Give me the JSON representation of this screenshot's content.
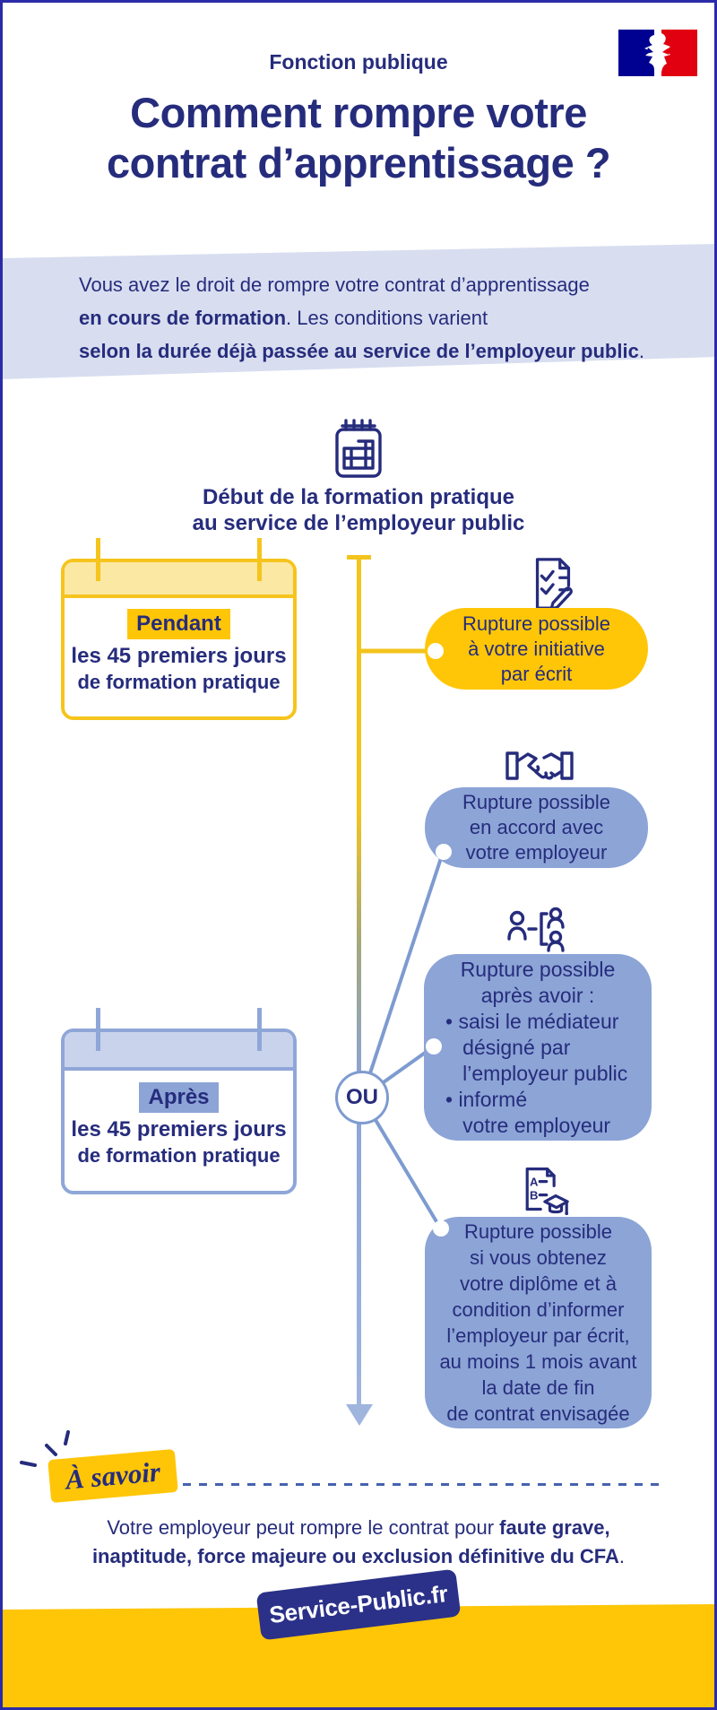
{
  "header": {
    "ministry": "Fonction publique",
    "title_line1": "Comment rompre votre",
    "title_line2": "contrat d’apprentissage ?"
  },
  "logo": {
    "icon": "marianne-french-flag-logo",
    "blue": "#000091",
    "red": "#e1000f"
  },
  "intro": {
    "line1": "Vous avez le droit de rompre votre contrat d’apprentissage",
    "line2_bold": "en cours de formation",
    "line2_rest": ". Les conditions varient",
    "line3_bold": "selon la durée déjà passée au service de l’employeur public",
    "line3_end": "."
  },
  "timeline": {
    "icon": "calendar-spiral-icon",
    "start_line1": "Début de la formation pratique",
    "start_line2": "au service de l’employeur public",
    "or_label": "OU"
  },
  "period_cards": {
    "pendant": {
      "highlight": "Pendant",
      "line1": "les 45 premiers jours",
      "line2": "de formation pratique"
    },
    "apres": {
      "highlight": "Après",
      "line1": "les 45 premiers jours",
      "line2": "de formation pratique"
    }
  },
  "bubbles": {
    "initiative": {
      "icon": "document-checklist-pencil-icon",
      "text": "Rupture possible\nà votre initiative\npar écrit"
    },
    "accord": {
      "icon": "handshake-icon",
      "text": "Rupture possible\nen accord avec\nvotre employeur"
    },
    "mediateur": {
      "icon": "mediator-people-icon",
      "title": "Rupture possible\naprès avoir :",
      "bullets": "• saisi le médiateur\n   désigné par\n   l’employeur public\n• informé\n   votre employeur"
    },
    "diplome": {
      "icon": "diploma-graduation-icon",
      "text": "Rupture possible\nsi vous obtenez\nvotre diplôme et à\ncondition d’informer\nl’employeur par écrit,\nau moins 1 mois avant\nla date de fin\nde contrat envisagée"
    }
  },
  "know_box": {
    "badge": "À savoir",
    "text_normal": "Votre employeur peut rompre le contrat pour ",
    "text_bold_1": "faute grave,",
    "text_bold_2": "inaptitude, force majeure ou exclusion définitive du CFA",
    "text_end": "."
  },
  "footer": {
    "brand": "Service-Public.fr"
  },
  "colors": {
    "navy_text": "#262c7c",
    "yellow": "#ffc608",
    "yellow_line": "#f2c41d",
    "yellow_light": "#fbe8a2",
    "blue_bubble": "#8ca4d6",
    "blue_light": "#c9d3ec",
    "blue_connector": "#7e9bd0",
    "band_blue": "#d8def0",
    "border_navy": "#2b2ba8",
    "footer_badge_navy": "#2b3188"
  }
}
